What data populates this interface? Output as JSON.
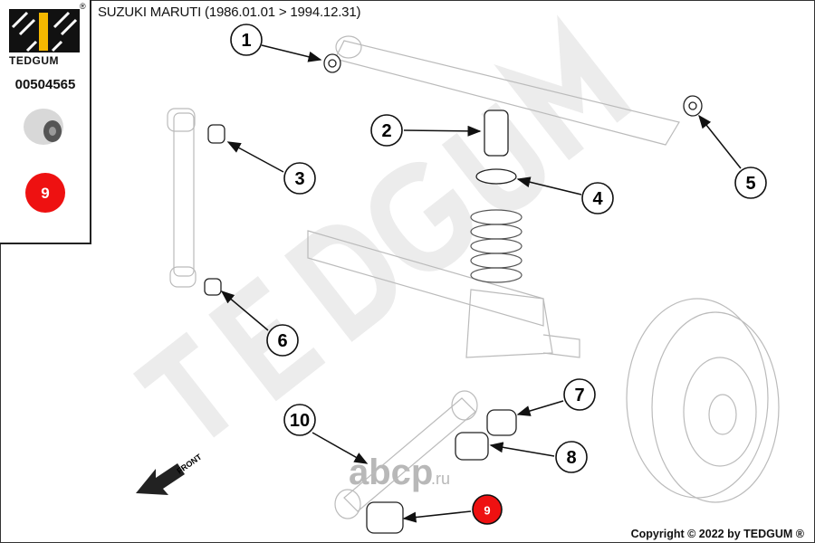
{
  "header": {
    "title": "SUZUKI MARUTI (1986.01.01 > 1994.12.31)"
  },
  "sidebar": {
    "brand": "TEDGUM",
    "registered": "®",
    "part_number": "00504565",
    "highlight_number": "9",
    "highlight_color": "#ee1111"
  },
  "watermark": {
    "text": "TEDGUM",
    "site": "abcp",
    "site_suffix": ".ru"
  },
  "diagram": {
    "front_label": "FRONT",
    "callouts": [
      {
        "label": "1",
        "highlight": false
      },
      {
        "label": "2",
        "highlight": false
      },
      {
        "label": "3",
        "highlight": false
      },
      {
        "label": "4",
        "highlight": false
      },
      {
        "label": "5",
        "highlight": false
      },
      {
        "label": "6",
        "highlight": false
      },
      {
        "label": "7",
        "highlight": false
      },
      {
        "label": "8",
        "highlight": false
      },
      {
        "label": "9",
        "highlight": true
      },
      {
        "label": "10",
        "highlight": false
      }
    ]
  },
  "footer": {
    "copyright": "Copyright © 2022 by TEDGUM ®"
  }
}
